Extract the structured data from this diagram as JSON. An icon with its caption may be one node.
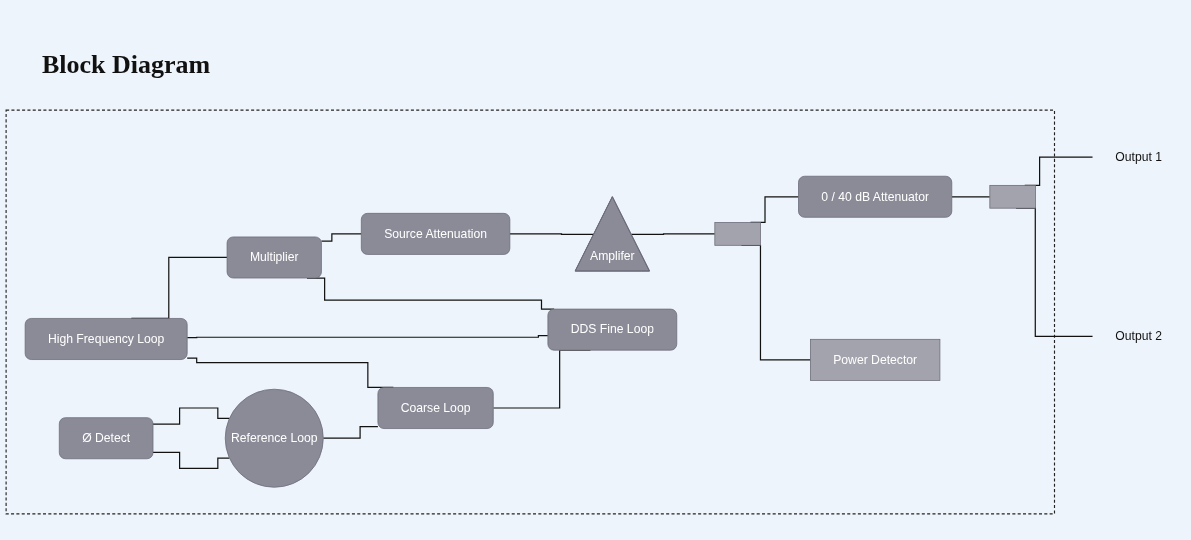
{
  "diagram": {
    "title": "Block Diagram",
    "nodes": [
      {
        "text": [],
        "shape": "box"
      },
      {
        "text": [
          "High Frequency Loop"
        ],
        "in": 0
      },
      {
        "text": [
          "Multiplier"
        ],
        "in": 0
      },
      {
        "text": [
          "Source Attenuation"
        ],
        "in": 0
      },
      {
        "text": [
          "Amplifer"
        ],
        "in": 0
      },
      {
        "text": [],
        "shape": "box",
        "in": 0
      },
      {
        "text": [
          "0 / 40 dB Attenuator"
        ],
        "in": 0
      },
      {
        "text": [],
        "shape": "box",
        "in": 0
      },
      {
        "text": [
          "Output 1"
        ]
      },
      {
        "text": [
          "Output 2"
        ]
      },
      {
        "text": [
          "Power Detector"
        ],
        "in": 0
      },
      {
        "text": [
          "Ø Detect"
        ],
        "in": 0
      },
      {
        "text": [
          "Coarse Loop"
        ],
        "in": 0
      },
      {
        "text": [
          "DDS Fine Loop"
        ],
        "in": 0
      },
      {
        "text": [
          "Reference Loop"
        ],
        "in": 0
      }
    ],
    "edges": [
      {
        "from": 1,
        "to": 2,
        "arrow": "none"
      },
      {
        "from": 2,
        "to": 3,
        "arrow": "none"
      },
      {
        "from": 3,
        "to": 4,
        "arrow": "none"
      },
      {
        "from": 4,
        "to": 5,
        "arrow": "none"
      },
      {
        "from": 5,
        "to": 6,
        "arrow": "none"
      },
      {
        "from": 6,
        "to": 7,
        "arrow": "none"
      },
      {
        "from": 7,
        "to": 8,
        "arrow": "none"
      },
      {
        "from": 7,
        "to": 9,
        "arrow": "none"
      },
      {
        "from": 5,
        "to": 10,
        "arrow": "none"
      },
      {
        "from": 2,
        "to": 13,
        "arrow": "none"
      },
      {
        "from": 1,
        "to": 12,
        "arrow": "none"
      },
      {
        "from": 1,
        "to": 13,
        "arrow": "none"
      },
      {
        "from": 12,
        "to": 13,
        "arrow": "none"
      },
      {
        "from": 11,
        "to": 14,
        "arrow": "none"
      },
      {
        "from": 11,
        "to": 14,
        "arrow": "none"
      },
      {
        "from": 14,
        "to": 12,
        "arrow": "none"
      }
    ]
  }
}
